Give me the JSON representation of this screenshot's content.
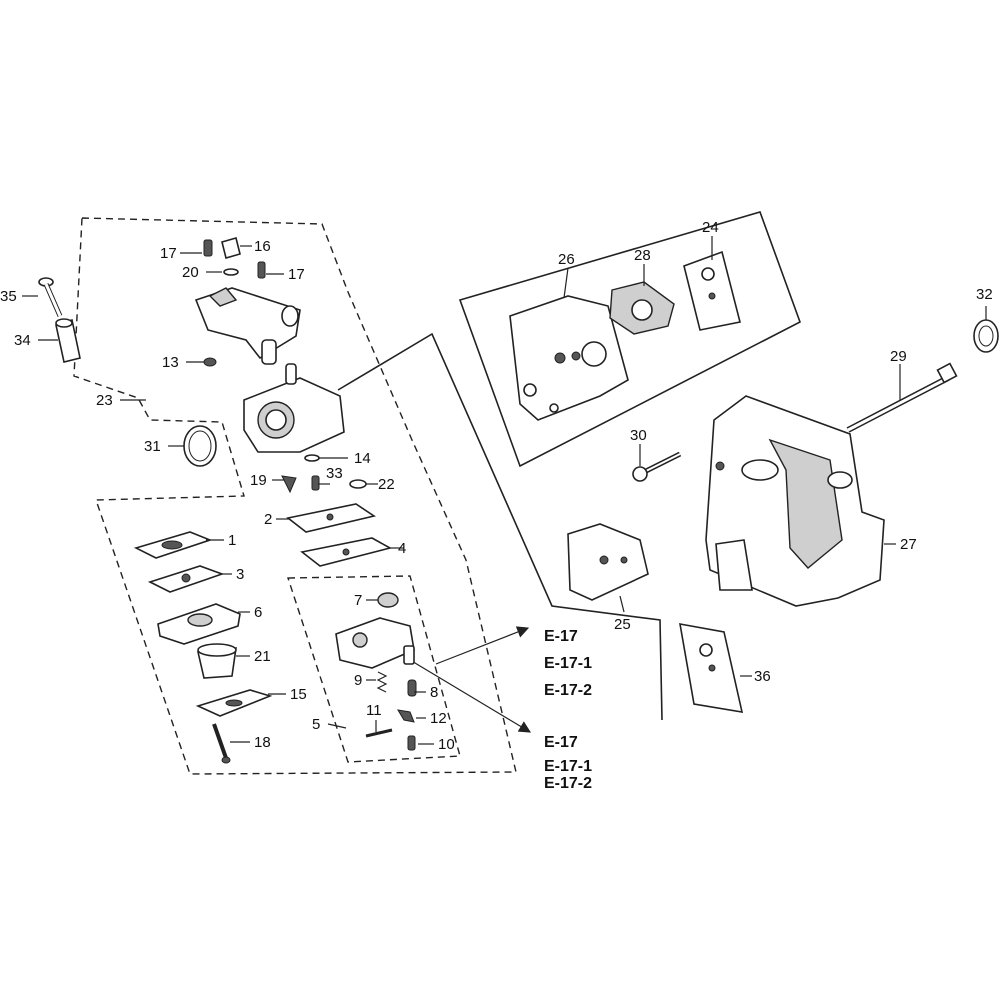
{
  "parts": {
    "p1": "1",
    "p2": "2",
    "p3": "3",
    "p4": "4",
    "p5": "5",
    "p6": "6",
    "p7": "7",
    "p8": "8",
    "p9": "9",
    "p10": "10",
    "p11": "11",
    "p12": "12",
    "p13": "13",
    "p14": "14",
    "p15": "15",
    "p16": "16",
    "p17a": "17",
    "p17b": "17",
    "p18": "18",
    "p19": "19",
    "p20": "20",
    "p21": "21",
    "p22": "22",
    "p23": "23",
    "p24": "24",
    "p25": "25",
    "p26": "26",
    "p27": "27",
    "p28": "28",
    "p29": "29",
    "p30": "30",
    "p31": "31",
    "p32": "32",
    "p33": "33",
    "p34": "34",
    "p35": "35",
    "p36": "36"
  },
  "references": {
    "ref_a": [
      "E-17",
      "E-17-1",
      "E-17-2"
    ],
    "ref_b": [
      "E-17",
      "E-17-1",
      "E-17-2"
    ]
  }
}
